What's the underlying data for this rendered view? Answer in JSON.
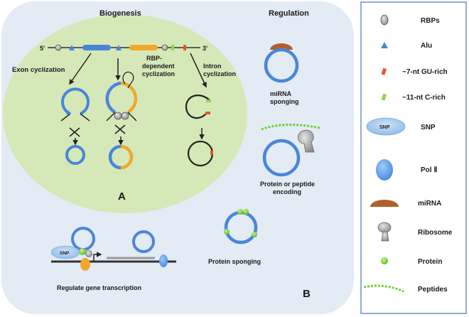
{
  "panel_a": {
    "title": "Biogenesis",
    "letter": "A",
    "strand_five": "5'",
    "strand_three": "3'",
    "exon_cyclization": "Exon cyclization",
    "rbp_line1": "RBP-",
    "rbp_line2": "dependent",
    "rbp_line3": "cyclization",
    "intron_line1": "Intron",
    "intron_line2": "cyclization"
  },
  "panel_b": {
    "letter": "B",
    "regulation_title": "Regulation",
    "mirna_line1": "miRNA",
    "mirna_line2": "sponging",
    "protein_enc_line1": "Protein or peptide",
    "protein_enc_line2": "encoding",
    "protein_sponging": "Protein sponging",
    "regulate_transcription": "Regulate gene transcription",
    "snp_small": "SNP"
  },
  "legend": {
    "items": [
      {
        "icon": "rbp-icon",
        "label": "RBPs"
      },
      {
        "icon": "alu-icon",
        "label": "Alu"
      },
      {
        "icon": "gu-rich-icon",
        "label": "~7-nt GU-rich"
      },
      {
        "icon": "c-rich-icon",
        "label": "~11-nt C-rich"
      },
      {
        "icon": "snp-icon",
        "label": "SNP"
      },
      {
        "icon": "pol2-icon",
        "label": "Pol Ⅱ"
      },
      {
        "icon": "mirna-icon",
        "label": "miRNA"
      },
      {
        "icon": "ribosome-icon",
        "label": "Ribosome"
      },
      {
        "icon": "protein-icon",
        "label": "Protein"
      },
      {
        "icon": "peptides-icon",
        "label": "Peptides"
      }
    ],
    "snp_icon_text": "SNP"
  },
  "colors": {
    "panel_bg": "#e3ebf4",
    "ellipse_fill": "#d5e9b8",
    "circ_blue": "#4a86d8",
    "orange": "#f0a82c",
    "gu_rich": "#e8562a",
    "c_rich": "#8ed84a",
    "mirna": "#b0602a",
    "legend_border": "#6c8fc9"
  }
}
